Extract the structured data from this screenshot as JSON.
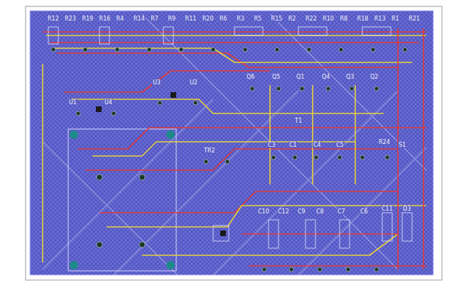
{
  "diagram": {
    "labels": [
      "R12",
      "R23",
      "R19",
      "R16",
      "R4",
      "R14",
      "R7",
      "R9",
      "R11",
      "R20",
      "R6",
      "R3",
      "R5",
      "R15",
      "R2",
      "R22",
      "R10",
      "R8",
      "R18",
      "R13",
      "R1",
      "R21",
      "U1",
      "U4",
      "U3",
      "U2",
      "Q6",
      "Q5",
      "Q1",
      "Q4",
      "Q3",
      "Q2",
      "T1",
      "TR2",
      "C3",
      "C1",
      "C4",
      "C5",
      "R24",
      "S1",
      "C10",
      "C12",
      "C9",
      "C8",
      "C7",
      "C6",
      "C11",
      "D3"
    ]
  }
}
